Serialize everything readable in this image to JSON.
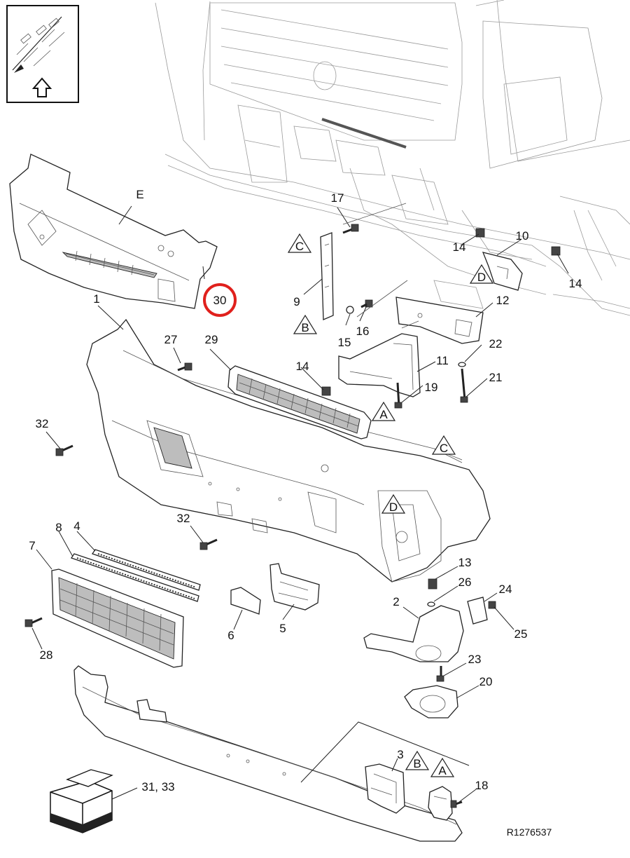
{
  "reference_code": "R1276537",
  "highlighted_callout": "30",
  "highlight_color": "#e0201c",
  "view_icon": "direction-view-icon",
  "package_icon": "parts-box-icon",
  "callouts": {
    "c1": "1",
    "c2": "2",
    "c3": "3",
    "c4": "4",
    "c5": "5",
    "c6": "6",
    "c7": "7",
    "c8": "8",
    "c9": "9",
    "c10": "10",
    "c11": "11",
    "c12": "12",
    "c13": "13",
    "c14a": "14",
    "c14b": "14",
    "c14c": "14",
    "c15": "15",
    "c16": "16",
    "c17": "17",
    "c18": "18",
    "c19": "19",
    "c20": "20",
    "c21": "21",
    "c22": "22",
    "c23": "23",
    "c24": "24",
    "c25": "25",
    "c26": "26",
    "c27": "27",
    "c28": "28",
    "c29": "29",
    "c30": "30",
    "c32a": "32",
    "c32b": "32",
    "c31_33": "31, 33",
    "cE": "E"
  },
  "detail_markers": {
    "A1": "A",
    "A2": "A",
    "B1": "B",
    "B2": "B",
    "C1": "C",
    "C2": "C",
    "D1": "D",
    "D2": "D"
  }
}
